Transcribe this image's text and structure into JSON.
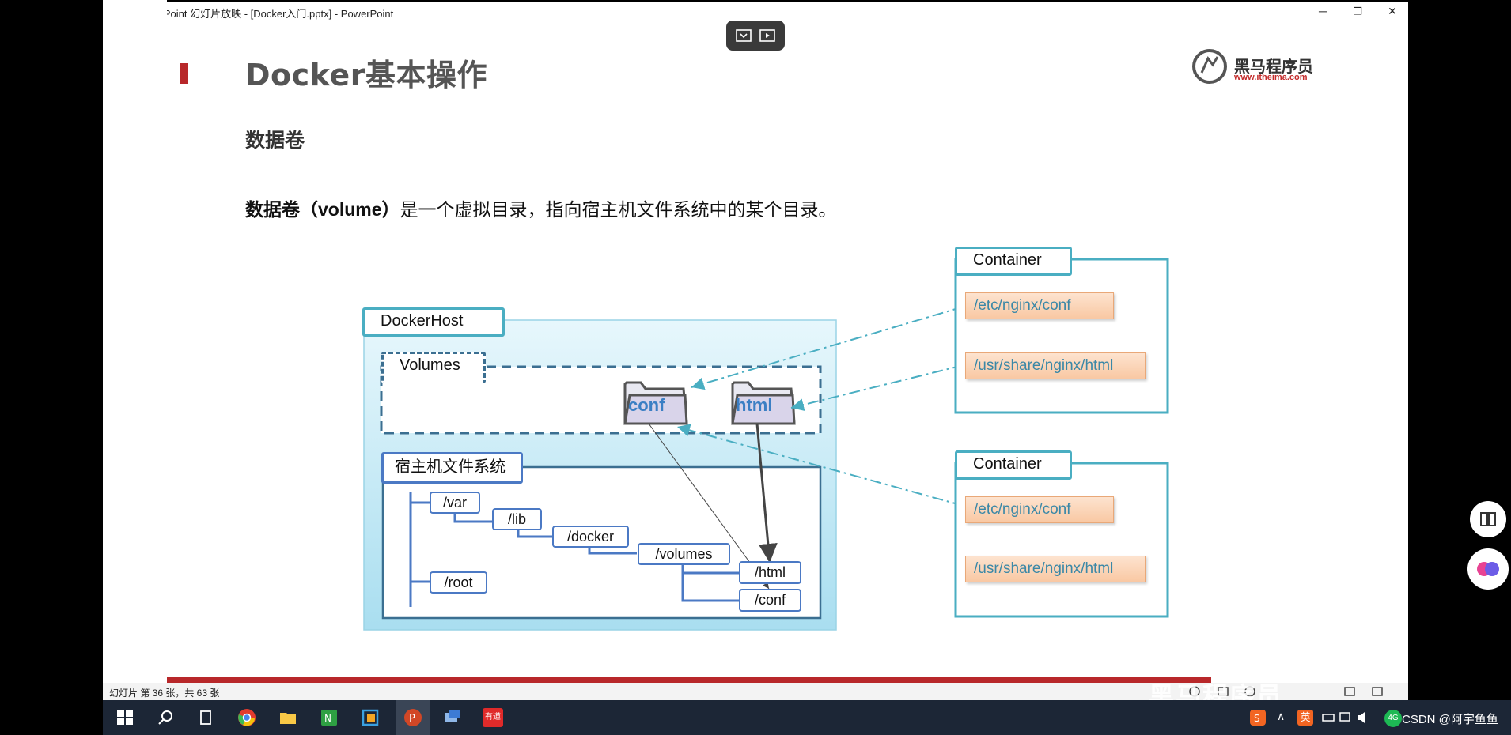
{
  "window": {
    "title": "PowerPoint 幻灯片放映 - [Docker入门.pptx] - PowerPoint",
    "app_icon_letter": "P",
    "minimize": "─",
    "restore": "❐",
    "close": "✕"
  },
  "slide": {
    "title": "Docker基本操作",
    "logo_name": "黑马程序员",
    "logo_url": "www.itheima.com",
    "section_heading": "数据卷",
    "desc_bold": "数据卷（volume）",
    "desc_rest": "是一个虚拟目录，指向宿主机文件系统中的某个目录。"
  },
  "diagram": {
    "dockerhost_label": "DockerHost",
    "volumes_label": "Volumes",
    "volume_folders": [
      "conf",
      "html"
    ],
    "hostfs_label": "宿主机文件系统",
    "dirs": {
      "var": "/var",
      "lib": "/lib",
      "docker": "/docker",
      "volumes": "/volumes",
      "html": "/html",
      "conf": "/conf",
      "root": "/root"
    },
    "containers": [
      {
        "label": "Container",
        "paths": [
          "/etc/nginx/conf",
          "/usr/share/nginx/html"
        ]
      },
      {
        "label": "Container",
        "paths": [
          "/etc/nginx/conf",
          "/usr/share/nginx/html"
        ]
      }
    ],
    "colors": {
      "host_fill": "#c8ecf7",
      "border_teal": "#4aaec2",
      "dir_blue": "#4b79c4",
      "orange_fill": "#fbd2b1",
      "folder_text": "#3b7fc4",
      "accent_red": "#b8282a"
    }
  },
  "statusbar": {
    "slide_info": "幻灯片 第 36 张，共 63 张"
  },
  "taskbar": {
    "tray_text": "CSDN @阿宇鱼鱼",
    "ime_label": "英",
    "net_label": "4G",
    "youdao_label": "有道"
  },
  "watermark": "黑马程序员"
}
